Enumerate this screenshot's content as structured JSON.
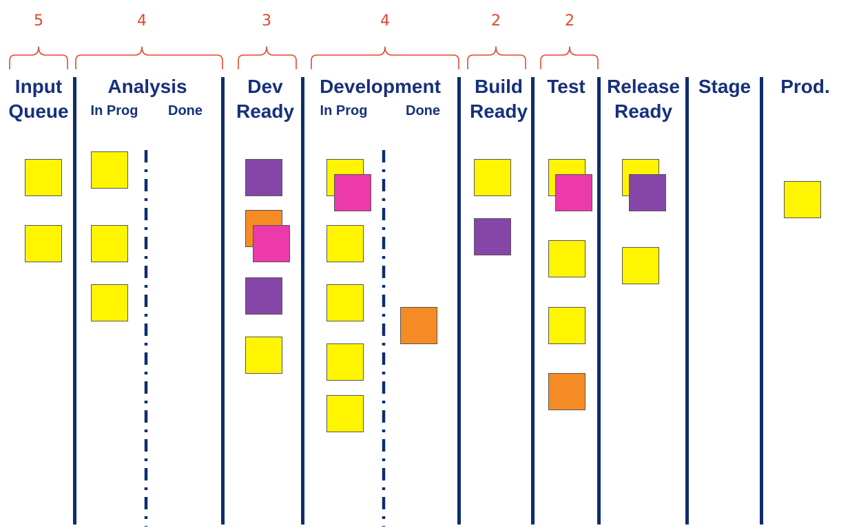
{
  "colors": {
    "yellow": "#FFF500",
    "purple": "#8546A8",
    "orange": "#F58B24",
    "magenta": "#EC39AB",
    "wip_red": "#E2462C",
    "divider_navy": "#0E2D6E",
    "title_navy": "#16307A"
  },
  "wip_limits": [
    "5",
    "4",
    "3",
    "4",
    "2",
    "2"
  ],
  "columns": [
    {
      "title": "Input\nQueue"
    },
    {
      "title": "Analysis"
    },
    {
      "title": "Dev\nReady"
    },
    {
      "title": "Development"
    },
    {
      "title": "Build\nReady"
    },
    {
      "title": "Test"
    },
    {
      "title": "Release\nReady"
    },
    {
      "title": "Stage"
    },
    {
      "title": "Prod."
    }
  ],
  "subcolumns": {
    "in_prog": "In Prog",
    "done": "Done"
  },
  "cards": {
    "input_queue": [
      "yellow",
      "yellow"
    ],
    "analysis_in_prog": [
      "yellow",
      "yellow",
      "yellow"
    ],
    "analysis_done": [],
    "dev_ready": [
      "purple",
      "orange",
      "magenta",
      "purple",
      "yellow"
    ],
    "development_in_prog": [
      "yellow",
      "magenta",
      "yellow",
      "yellow",
      "yellow",
      "yellow"
    ],
    "development_done": [
      "orange"
    ],
    "build_ready": [
      "yellow",
      "purple"
    ],
    "test": [
      "yellow",
      "magenta",
      "yellow",
      "yellow",
      "orange"
    ],
    "release_ready": [
      "yellow",
      "purple",
      "yellow"
    ],
    "stage": [],
    "prod": [
      "yellow"
    ]
  }
}
